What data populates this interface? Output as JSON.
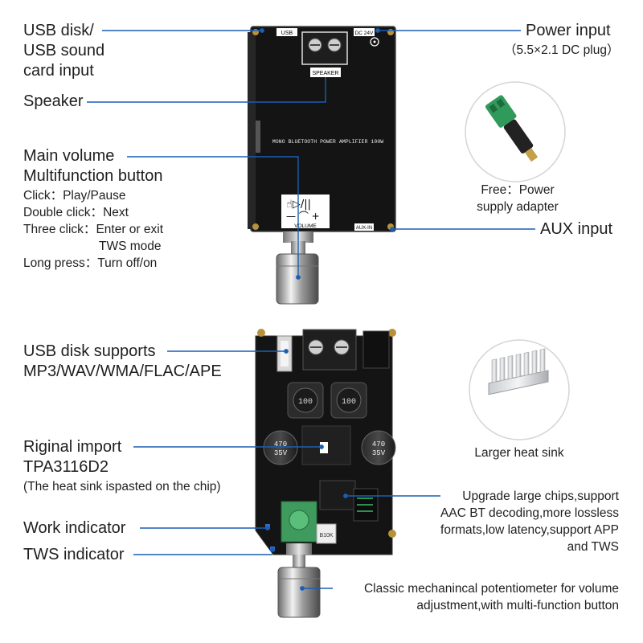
{
  "top": {
    "usb_input": [
      "USB disk/",
      "USB sound",
      "card input"
    ],
    "speaker": "Speaker",
    "main_volume": [
      "Main volume",
      "Multifunction button"
    ],
    "functions": [
      {
        "action": "Click：",
        "result": "Play/Pause"
      },
      {
        "action": "Double click：",
        "result": "Next"
      },
      {
        "action": "Three click：",
        "result": "Enter or exit"
      },
      {
        "action": "",
        "result": "TWS mode"
      },
      {
        "action": "Long press：",
        "result": "Turn off/on"
      }
    ],
    "power_input": "Power input",
    "power_plug": "（5.5×2.1 DC plug）",
    "adapter_caption": [
      "Free：Power",
      "supply adapter"
    ],
    "aux_input": "AUX input",
    "board_title": "MONO BLUETOOTH POWER AMPLIFIER 100W",
    "board_speaker": "SPEAKER",
    "board_volume": "VOLUME",
    "board_dc": "DC 24V",
    "board_aux": "AUX-IN",
    "board_usb": "USB"
  },
  "bottom": {
    "usb_support": [
      "USB disk supports",
      "MP3/WAV/WMA/FLAC/APE"
    ],
    "chip": [
      "Riginal import",
      "TPA3116D2"
    ],
    "chip_note": "(The heat sink ispasted on the chip)",
    "work_indicator": "Work indicator",
    "tws_indicator": "TWS indicator",
    "heat_sink": "Larger heat sink",
    "upgrade": [
      "Upgrade large chips,support",
      "AAC BT decoding,more lossless",
      "formats,low latency,support APP",
      "and TWS"
    ],
    "potentiometer": [
      "Classic mechanincal potentiometer for volume",
      "adjustment,with multi-function button"
    ],
    "cap_text": [
      "470",
      "35V"
    ],
    "inductor": "100",
    "pot_code": "B10K"
  },
  "colors": {
    "leader": "#1a5fb4",
    "board": "#151515",
    "text": "#1f1f1f"
  }
}
